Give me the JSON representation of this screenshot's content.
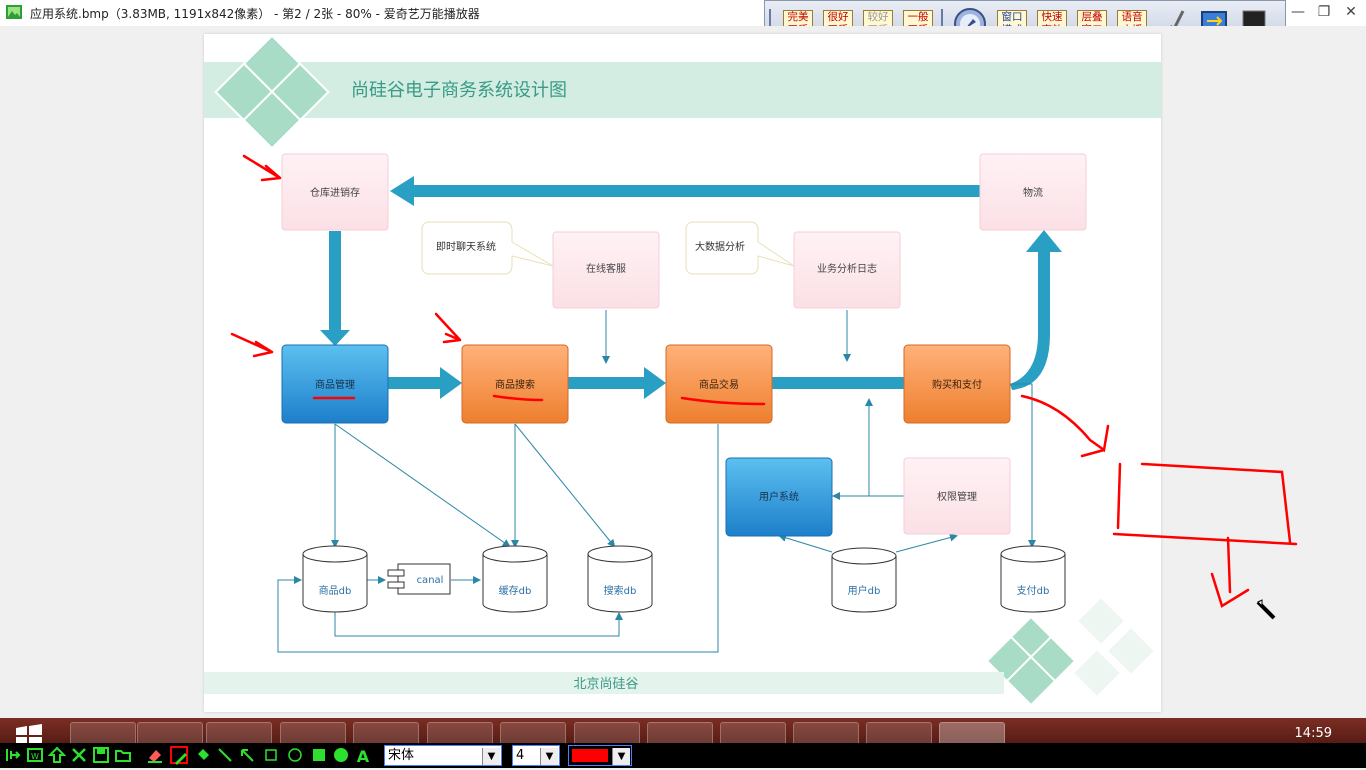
{
  "window": {
    "title": "应用系统.bmp（3.83MB, 1191x842像素） - 第2 / 2张 - 80% - 爱奇艺万能播放器",
    "minimize": "—",
    "restore": "❐",
    "close": "✕"
  },
  "quality_bar": {
    "buttons": [
      {
        "line1": "完美",
        "line2": "画质"
      },
      {
        "line1": "很好",
        "line2": "画质"
      },
      {
        "line1": "较好",
        "line2": "画质"
      },
      {
        "line1": "一般",
        "line2": "画质"
      },
      {
        "line1": "窗口",
        "line2": "模式"
      },
      {
        "line1": "快速",
        "line2": "高效"
      },
      {
        "line1": "层叠",
        "line2": "窗口"
      },
      {
        "line1": "语音",
        "line2": "广播"
      }
    ]
  },
  "diagram": {
    "title": "尚硅谷电子商务系统设计图",
    "footer": "北京尚硅谷",
    "nodes": {
      "warehouse": "仓库进销存",
      "logistics": "物流",
      "im": "即时聊天系统",
      "online_service": "在线客服",
      "bigdata": "大数据分析",
      "biz_log": "业务分析日志",
      "product_mgmt": "商品管理",
      "product_search": "商品搜索",
      "product_trade": "商品交易",
      "buy_pay": "购买和支付",
      "user_system": "用户系统",
      "permission": "权限管理",
      "product_db": "商品db",
      "canal": "canal",
      "cache_db": "缓存db",
      "search_db": "搜索db",
      "user_db": "用户db",
      "pay_db": "支付db"
    }
  },
  "taskbar": {
    "clock": "14:59"
  },
  "drawing_toolbar": {
    "font": "宋体",
    "size": "4",
    "color": "#ff0000"
  },
  "colors": {
    "arrow_blue": "#2a9fc4",
    "box_orange": "#f08a3c",
    "box_blue": "#2a8fd4",
    "box_pink": "#fde6ea",
    "header_green": "#d3ede3",
    "annotation_red": "#ff0000"
  }
}
